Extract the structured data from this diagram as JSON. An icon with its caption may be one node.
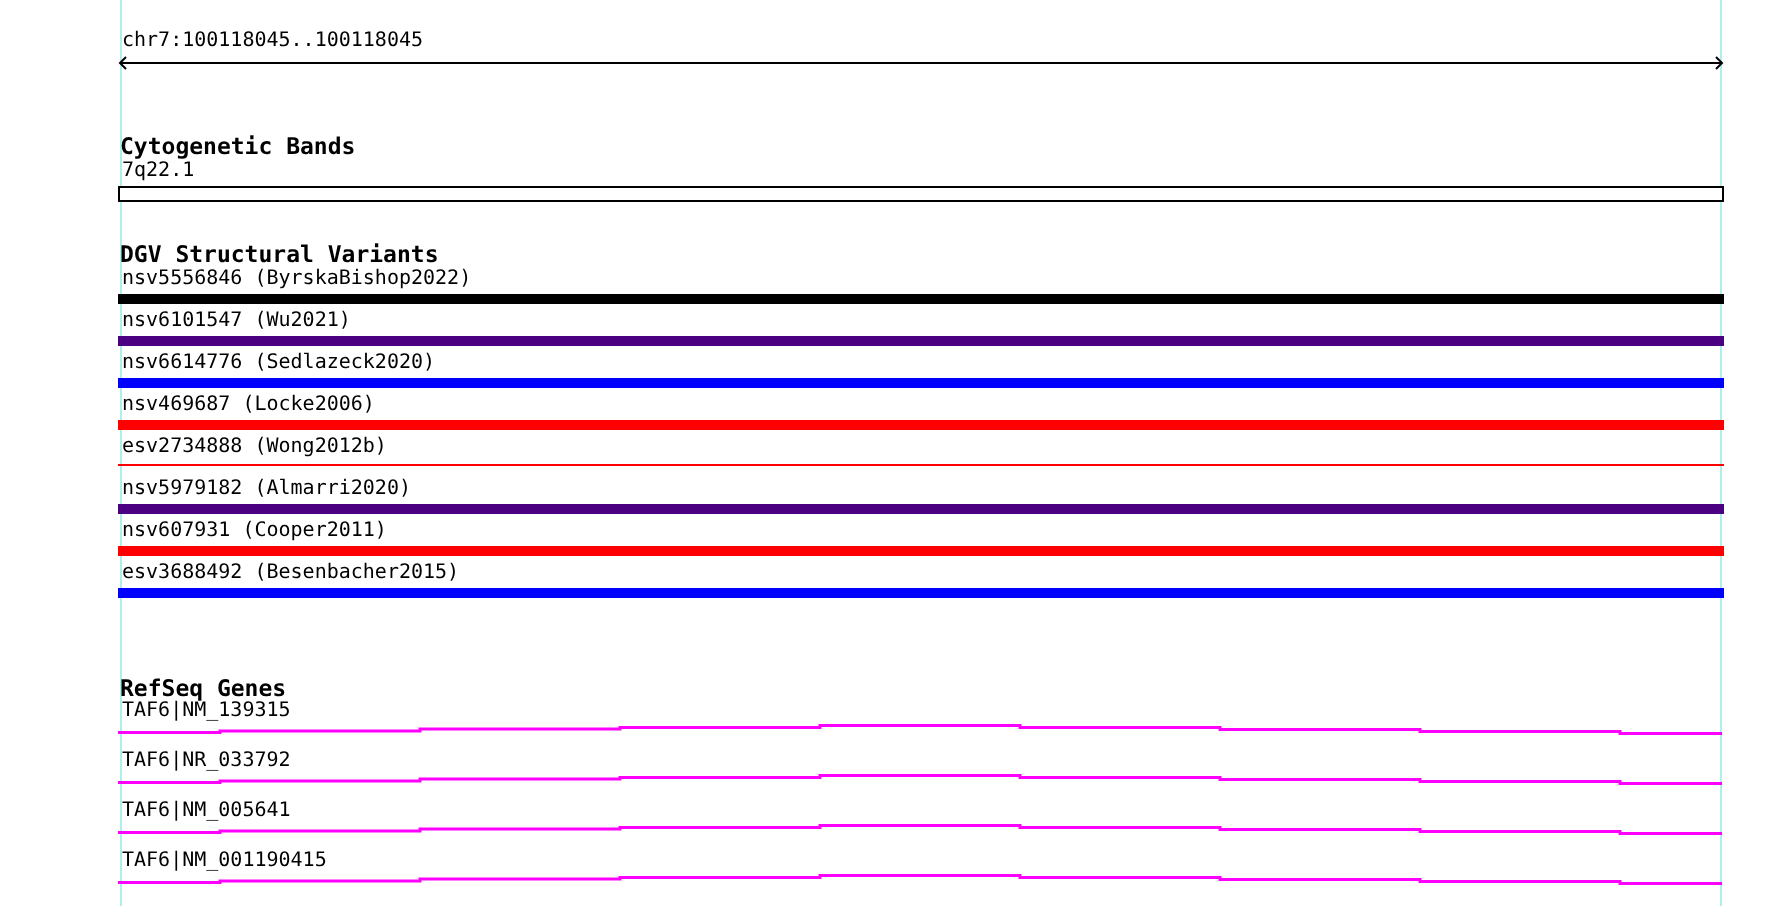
{
  "diagram": {
    "title": "chr7:100118045..100118045",
    "nodes": [
      {
        "text": [
          "7q22.1"
        ]
      },
      {
        "text": [
          "nsv5556846 (ByrskaBishop2022)"
        ]
      },
      {
        "text": [
          "nsv6101547 (Wu2021)"
        ]
      },
      {
        "text": [
          "nsv6614776 (Sedlazeck2020)"
        ]
      },
      {
        "text": [
          "nsv469687 (Locke2006)"
        ]
      },
      {
        "text": [
          "esv2734888 (Wong2012b)"
        ]
      },
      {
        "text": [
          "nsv5979182 (Almarri2020)"
        ]
      },
      {
        "text": [
          "nsv607931 (Cooper2011)"
        ]
      },
      {
        "text": [
          "esv3688492 (Besenbacher2015)"
        ]
      },
      {
        "text": [
          "TAF6|NM_139315"
        ]
      },
      {
        "text": [
          "TAF6|NR_033792"
        ]
      },
      {
        "text": [
          "TAF6|NM_005641"
        ]
      },
      {
        "text": [
          "TAF6|NM_001190415"
        ]
      }
    ],
    "labels": [
      "Cytogenetic Bands",
      "DGV Structural Variants",
      "RefSeq Genes"
    ]
  }
}
